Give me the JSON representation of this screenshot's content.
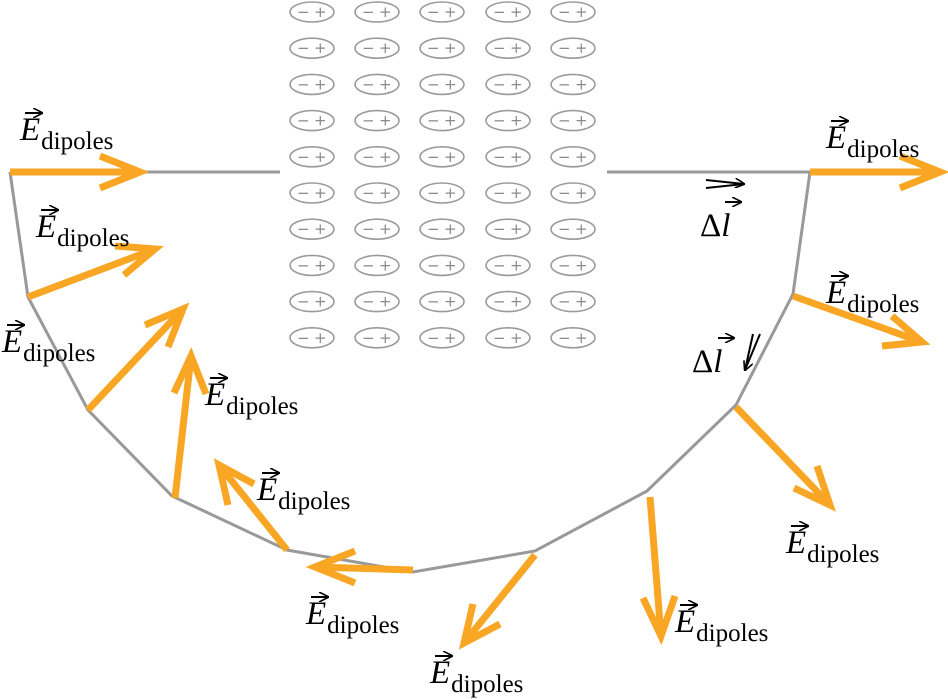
{
  "colors": {
    "field_arrow": "#f8a623",
    "path_line": "#999999",
    "dipole_outline": "#9a9a9a",
    "label_text": "#000000"
  },
  "dipoles": {
    "rows": 10,
    "columns": 5,
    "negative_sign": "−",
    "positive_sign": "+"
  },
  "labels": {
    "field_symbol": "E",
    "field_subscript": "dipoles",
    "displacement_delta": "Δ",
    "displacement_symbol": "l"
  }
}
